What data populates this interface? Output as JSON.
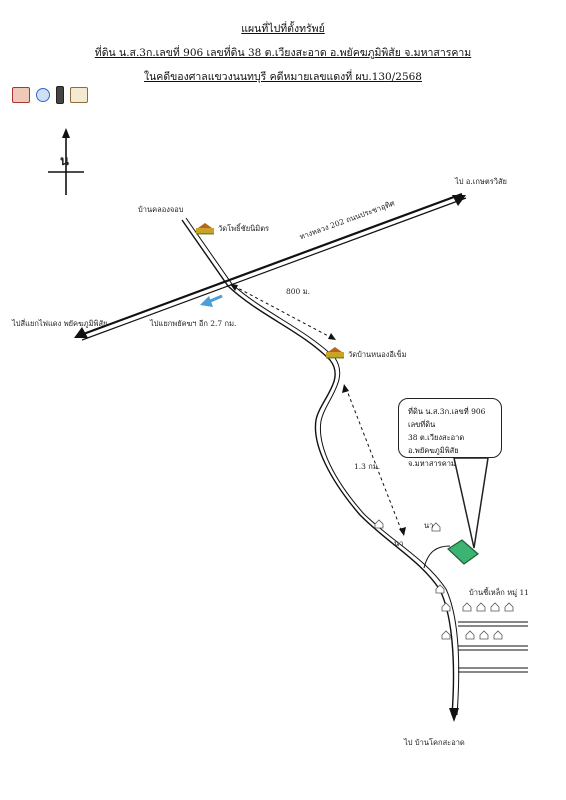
{
  "header": {
    "title": "แผนที่ไปที่ตั้งทรัพย์",
    "line2": "ที่ดิน น.ส.3ก.เลขที่ 906 เลขที่ดิน 38 ต.เวียงสะอาด อ.พยัคฆภูมิพิสัย จ.มหาสารคาม",
    "line3": "ในคดีของศาลแขวงนนทบุรี คดีหมายเลขแดงที่ ผบ.130/2568"
  },
  "north": {
    "label": "น"
  },
  "labels": {
    "to_kaset_wisai": "ไป อ.เกษตรวิสัย",
    "ban_khlong_chop": "บ้านคลองจอบ",
    "wat_pho_chai": "วัดโพธิ์ชัยนิมิตร",
    "highway": "ทางหลวง 202 ถนนประชาอุทิศ",
    "to_lights": "ไปสี่แยกไฟแดง พยัคฆภูมิพิสัย",
    "to_junction": "ไปแยกพยัคฆฯ อีก 2.7 กม.",
    "dist_800": "800 ม.",
    "wat_nong_ee_chom": "วัดบ้านหนองอีเข็ม",
    "dist_13": "1.3 กม.",
    "na_1": "นา",
    "na_2": "นา",
    "ban_chi_lek": "บ้านชี้เหล็ก หมู่ 11",
    "to_khok_sa_at": "ไป บ้านโคกสะอาด"
  },
  "callout": {
    "line1": "ที่ดิน น.ส.3ก.เลขที่ 906 เลขที่ดิน",
    "line2": "38 ต.เวียงสะอาด อ.พยัคฆภูมิพิสัย",
    "line3": "จ.มหาสารคาม"
  },
  "colors": {
    "parcel": "#3cb371",
    "arrow": "#4a9fd8",
    "road": "#111111"
  }
}
